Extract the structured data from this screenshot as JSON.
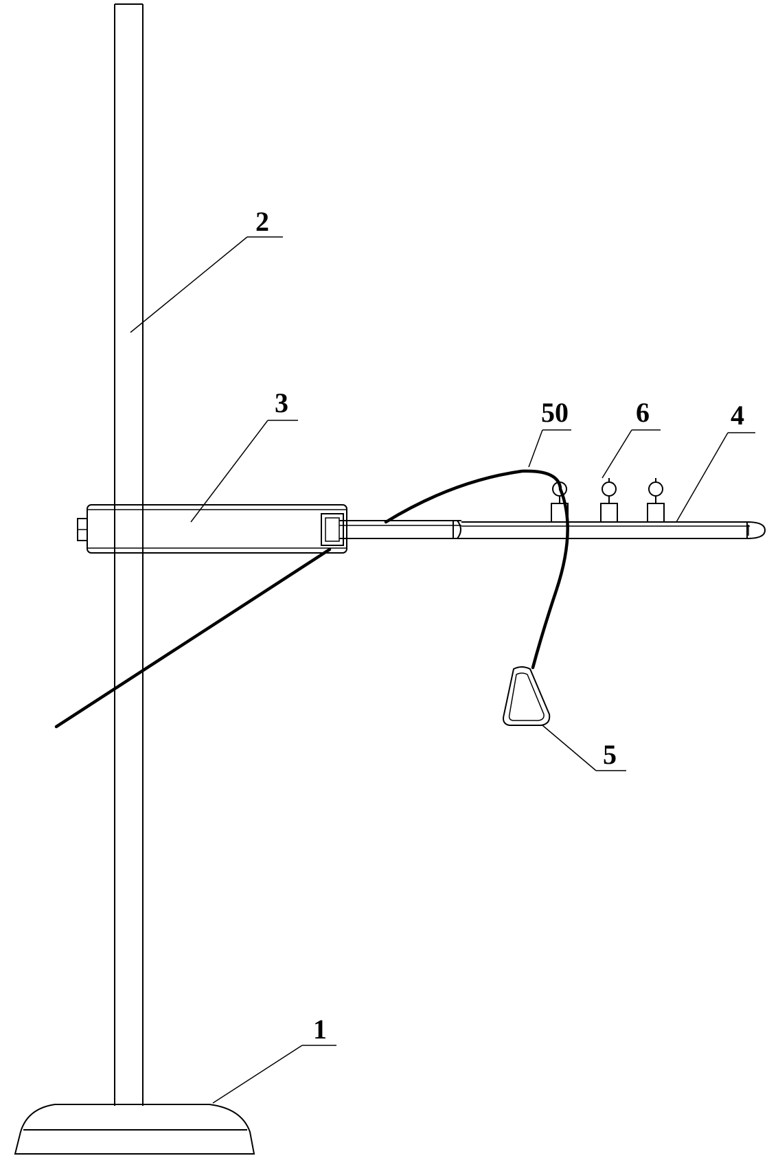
{
  "figure": {
    "labels": {
      "base": "1",
      "pole": "2",
      "clamp": "3",
      "arm": "4",
      "handle": "5",
      "hook": "6",
      "cord": "50"
    }
  }
}
